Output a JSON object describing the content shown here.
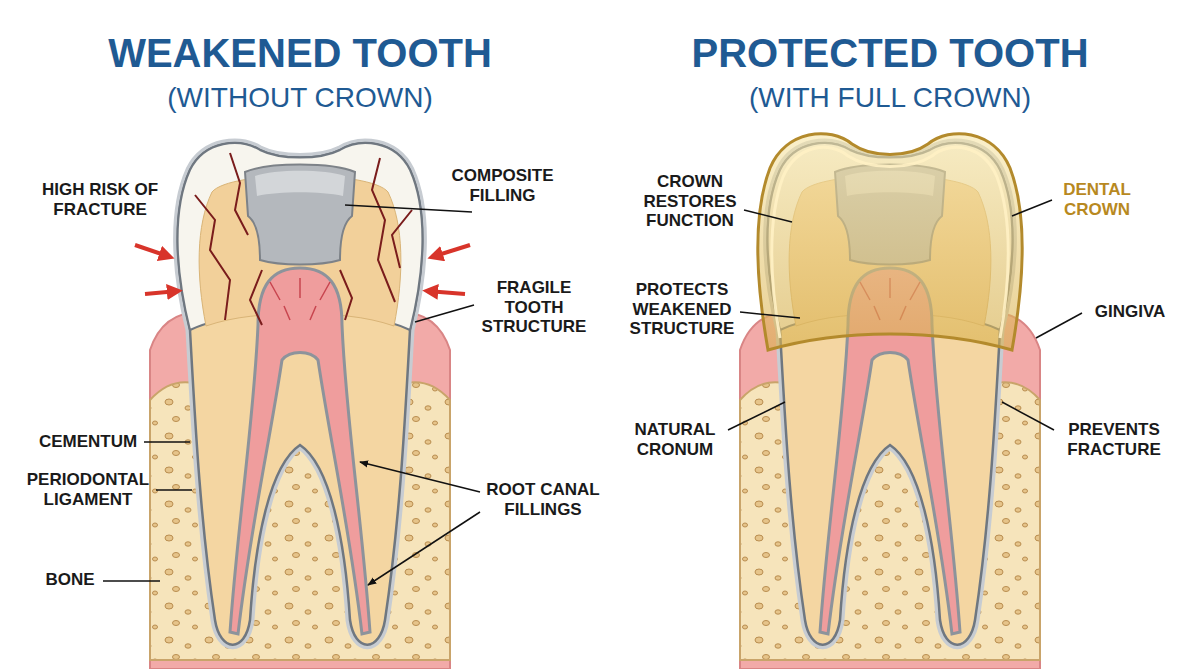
{
  "diagram": {
    "labels": [
      "WEAKENED TOOTH",
      "(WITHOUT CROWN)",
      "PROTECTED TOOTH",
      "(WITH FULL CROWN)",
      "HIGH RISK OF FRACTURE",
      "COMPOSITE FILLING",
      "FRAGILE TOOTH STRUCTURE",
      "CEMENTUM",
      "PERIODONTAL LIGAMENT",
      "ROOT CANAL FILLINGS",
      "BONE",
      "CROWN RESTORES FUNCTION",
      "DENTAL CROWN",
      "PROTECTS WEAKENED STRUCTURE",
      "GINGIVA",
      "NATURAL CRONUM",
      "PREVENTS FRACTURE"
    ]
  }
}
